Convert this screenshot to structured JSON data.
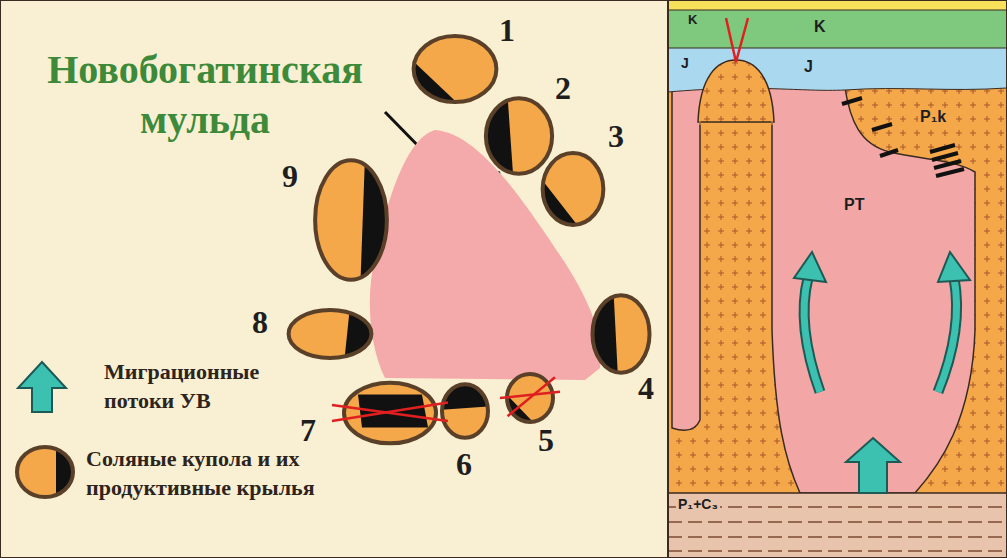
{
  "diagram": {
    "nodes": [
      {
        "text": [
          "Новобогатинская мульда"
        ]
      },
      {
        "text": [
          "1"
        ]
      },
      {
        "text": [
          "2"
        ]
      },
      {
        "text": [
          "3"
        ]
      },
      {
        "text": [
          "4"
        ]
      },
      {
        "text": [
          "5"
        ]
      },
      {
        "text": [
          "6"
        ]
      },
      {
        "text": [
          "7"
        ]
      },
      {
        "text": [
          "8"
        ]
      },
      {
        "text": [
          "9"
        ]
      }
    ],
    "edges": [
      {
        "from": 0,
        "to": 2,
        "arrow": "to"
      },
      {
        "from": 0,
        "to": 9,
        "arrow": "to"
      },
      {
        "from": 0,
        "to": 5,
        "arrow": "to"
      }
    ],
    "labels": [
      "K",
      "K",
      "J",
      "J",
      "P₁k",
      "PT",
      "P₁+C₃"
    ],
    "legend": [
      {
        "text": "Миграционные потоки УВ"
      },
      {
        "text": "Соляные купола и их продуктивные крылья"
      }
    ]
  }
}
